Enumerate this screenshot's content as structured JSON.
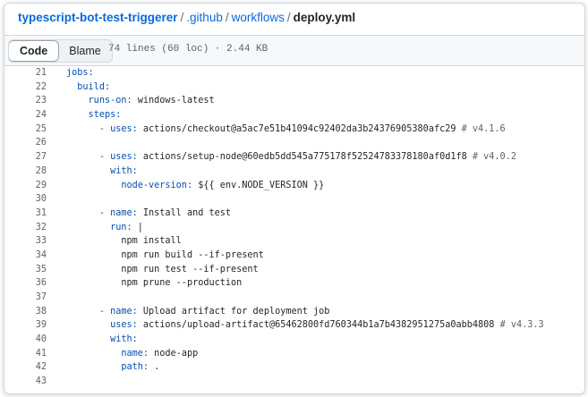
{
  "breadcrumb": {
    "repo": "typescript-bot-test-triggerer",
    "sep": "/",
    "folder1": ".github",
    "folder2": "workflows",
    "file": "deploy.yml"
  },
  "filebar": {
    "code_label": "Code",
    "blame_label": "Blame",
    "meta": "74 lines (60 loc) · 2.44 KB"
  },
  "code_lines": [
    {
      "num": "21",
      "indent": "",
      "key": "jobs:",
      "value": "",
      "comment": ""
    },
    {
      "num": "22",
      "indent": "  ",
      "key": "build:",
      "value": "",
      "comment": ""
    },
    {
      "num": "23",
      "indent": "    ",
      "key": "runs-on:",
      "value": " windows-latest",
      "comment": ""
    },
    {
      "num": "24",
      "indent": "    ",
      "key": "steps:",
      "value": "",
      "comment": ""
    },
    {
      "num": "25",
      "indent": "      ",
      "key": "- uses:",
      "value": " actions/checkout@a5ac7e51b41094c92402da3b24376905380afc29 ",
      "comment": "# v4.1.6"
    },
    {
      "num": "26",
      "indent": "",
      "key": "",
      "value": "",
      "comment": ""
    },
    {
      "num": "27",
      "indent": "      ",
      "key": "- uses:",
      "value": " actions/setup-node@60edb5dd545a775178f52524783378180af0d1f8 ",
      "comment": "# v4.0.2"
    },
    {
      "num": "28",
      "indent": "        ",
      "key": "with:",
      "value": "",
      "comment": ""
    },
    {
      "num": "29",
      "indent": "          ",
      "key": "node-version:",
      "value": " ${{ env.NODE_VERSION }}",
      "comment": ""
    },
    {
      "num": "30",
      "indent": "",
      "key": "",
      "value": "",
      "comment": ""
    },
    {
      "num": "31",
      "indent": "      ",
      "key": "- name:",
      "value": " Install and test",
      "comment": ""
    },
    {
      "num": "32",
      "indent": "        ",
      "key": "run:",
      "value": " |",
      "comment": ""
    },
    {
      "num": "33",
      "indent": "          ",
      "key": "",
      "value": "npm install",
      "comment": ""
    },
    {
      "num": "34",
      "indent": "          ",
      "key": "",
      "value": "npm run build --if-present",
      "comment": ""
    },
    {
      "num": "35",
      "indent": "          ",
      "key": "",
      "value": "npm run test --if-present",
      "comment": ""
    },
    {
      "num": "36",
      "indent": "          ",
      "key": "",
      "value": "npm prune --production",
      "comment": ""
    },
    {
      "num": "37",
      "indent": "",
      "key": "",
      "value": "",
      "comment": ""
    },
    {
      "num": "38",
      "indent": "      ",
      "key": "- name:",
      "value": " Upload artifact for deployment job",
      "comment": ""
    },
    {
      "num": "39",
      "indent": "        ",
      "key": "uses:",
      "value": " actions/upload-artifact@65462800fd760344b1a7b4382951275a0abb4808 ",
      "comment": "# v4.3.3"
    },
    {
      "num": "40",
      "indent": "        ",
      "key": "with:",
      "value": "",
      "comment": ""
    },
    {
      "num": "41",
      "indent": "          ",
      "key": "name:",
      "value": " node-app",
      "comment": ""
    },
    {
      "num": "42",
      "indent": "          ",
      "key": "path:",
      "value": " .",
      "comment": ""
    },
    {
      "num": "43",
      "indent": "",
      "key": "",
      "value": "",
      "comment": ""
    }
  ]
}
